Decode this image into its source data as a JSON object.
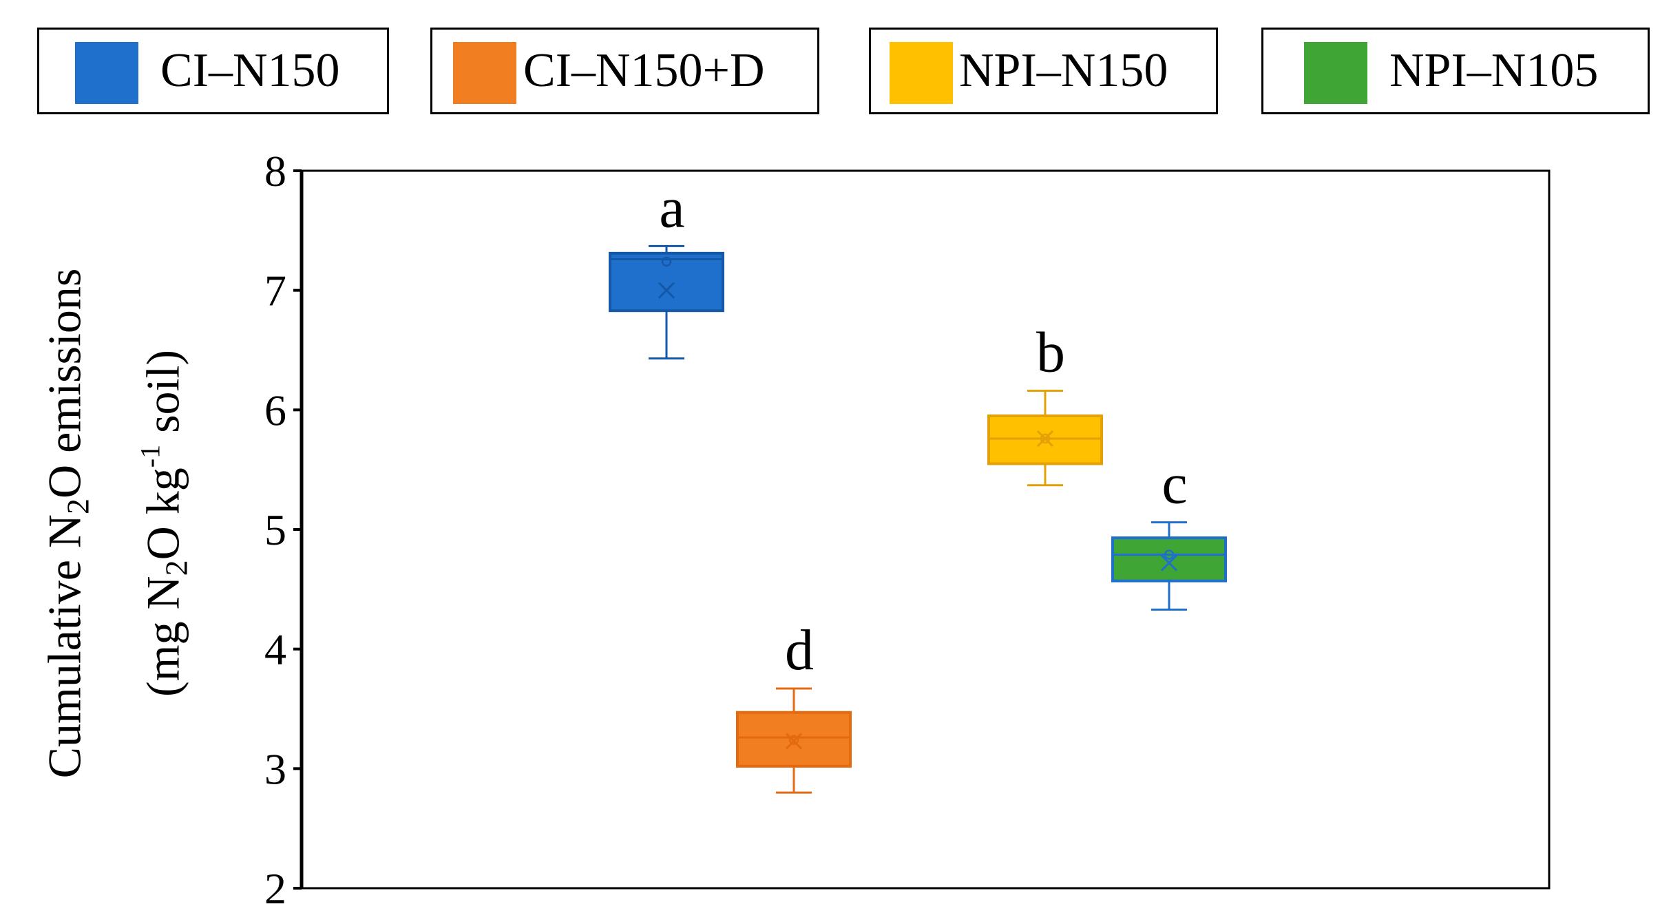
{
  "chart_data": {
    "type": "box",
    "title": "",
    "xlabel": "",
    "ylabel": "Cumulative N2O emissions (mg N2O kg-1 soil)",
    "ylabel_lines": {
      "line1_before": "Cumulative N",
      "line1_sub": "2",
      "line1_after": "O emissions",
      "line2_before": "(mg N",
      "line2_sub": "2",
      "line2_mid": "O kg",
      "line2_sup": "-1",
      "line2_after": " soil)"
    },
    "ylim": [
      2,
      8
    ],
    "yticks": [
      "2",
      "3",
      "4",
      "5",
      "6",
      "7",
      "8"
    ],
    "grid": false,
    "legend_position": "top",
    "series": [
      {
        "name": "CI–N150",
        "color": "#1f6fcc",
        "outline": "#1558a8",
        "whisker_low": 6.43,
        "q1": 6.83,
        "median": 7.26,
        "q3": 7.31,
        "whisker_high": 7.37,
        "mean": 7.0,
        "outlier": 7.24,
        "letter": "a"
      },
      {
        "name": "CI–N150+D",
        "color": "#f27e22",
        "outline": "#e46a10",
        "whisker_low": 2.8,
        "q1": 3.02,
        "median": 3.26,
        "q3": 3.47,
        "whisker_high": 3.67,
        "mean": 3.23,
        "outlier": 3.24,
        "letter": "d"
      },
      {
        "name": "NPI–N150",
        "color": "#ffc000",
        "outline": "#e3a007",
        "whisker_low": 5.37,
        "q1": 5.55,
        "median": 5.76,
        "q3": 5.95,
        "whisker_high": 6.16,
        "mean": 5.76,
        "outlier": 5.76,
        "letter": "b"
      },
      {
        "name": "NPI–N105",
        "color": "#3fa535",
        "outline": "#1f6fcc",
        "whisker_low": 4.33,
        "q1": 4.57,
        "median": 4.79,
        "q3": 4.93,
        "whisker_high": 5.06,
        "mean": 4.72,
        "outlier": 4.79,
        "letter": "c"
      }
    ]
  }
}
